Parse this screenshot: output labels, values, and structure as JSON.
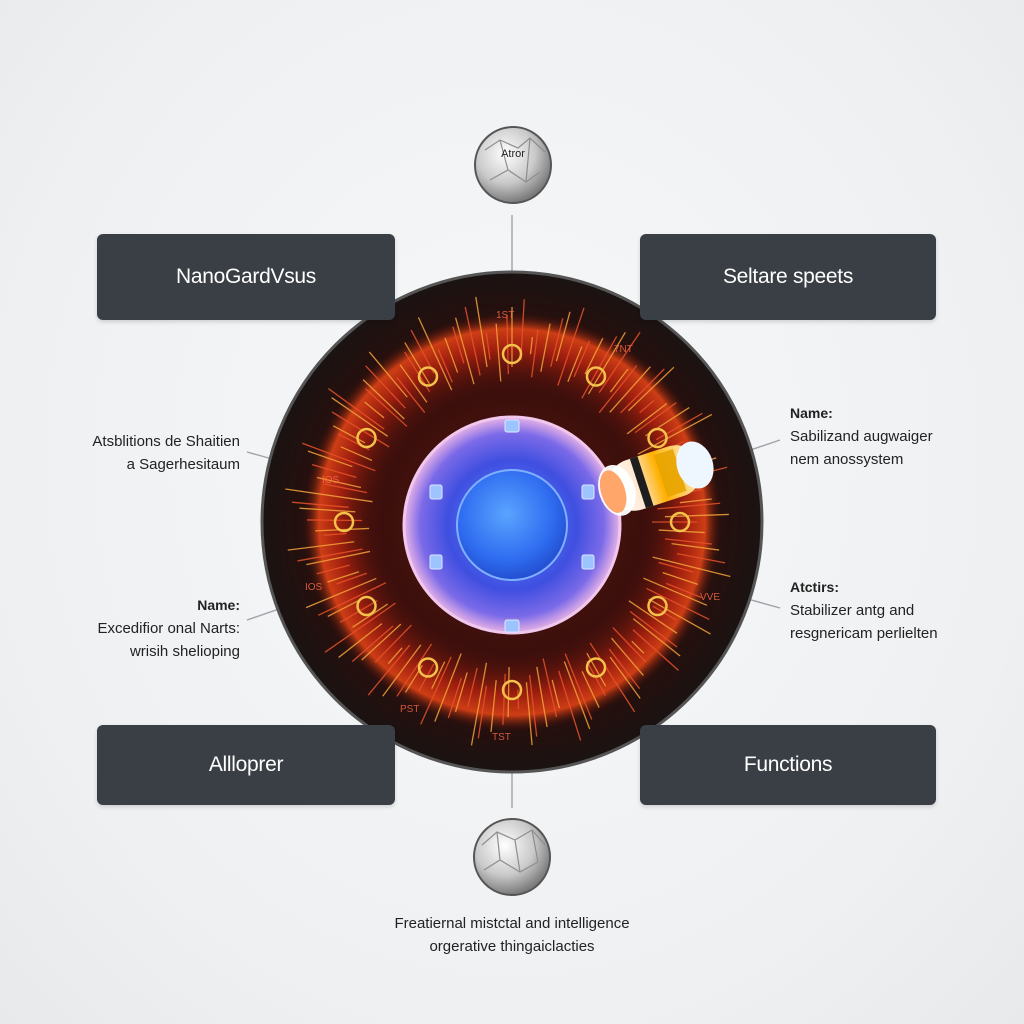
{
  "top_sphere_label": "Atror",
  "boxes": {
    "top_left": "NanoGardVsus",
    "top_right": "Seltare speets",
    "bottom_left": "Allloprer",
    "bottom_right": "Functions"
  },
  "left_labels": {
    "upper": {
      "line1": "Atsblitions de Shaitien",
      "line2": "a Sagerhesitaum"
    },
    "lower": {
      "title": "Name:",
      "line1": "Excedifior onal Narts:",
      "line2": "wrisih shelioping"
    }
  },
  "right_labels": {
    "upper": {
      "title": "Name:",
      "line1": "Sabilizand augwaiger",
      "line2": "nem anossystem"
    },
    "lower": {
      "title": "Atctirs:",
      "line1": "Stabilizer antg and",
      "line2": "resgnericam perlielten"
    }
  },
  "caption": {
    "line1": "Freatiernal mistctal and intelligence",
    "line2": "orgerative thingaiclacties"
  },
  "ring_marks": {
    "top": "1ST",
    "top_right": "7NT",
    "left": "IOS",
    "left_lower": "IOS",
    "right_lower": "VVE",
    "bottom_left": "PST",
    "bottom": "TST"
  }
}
